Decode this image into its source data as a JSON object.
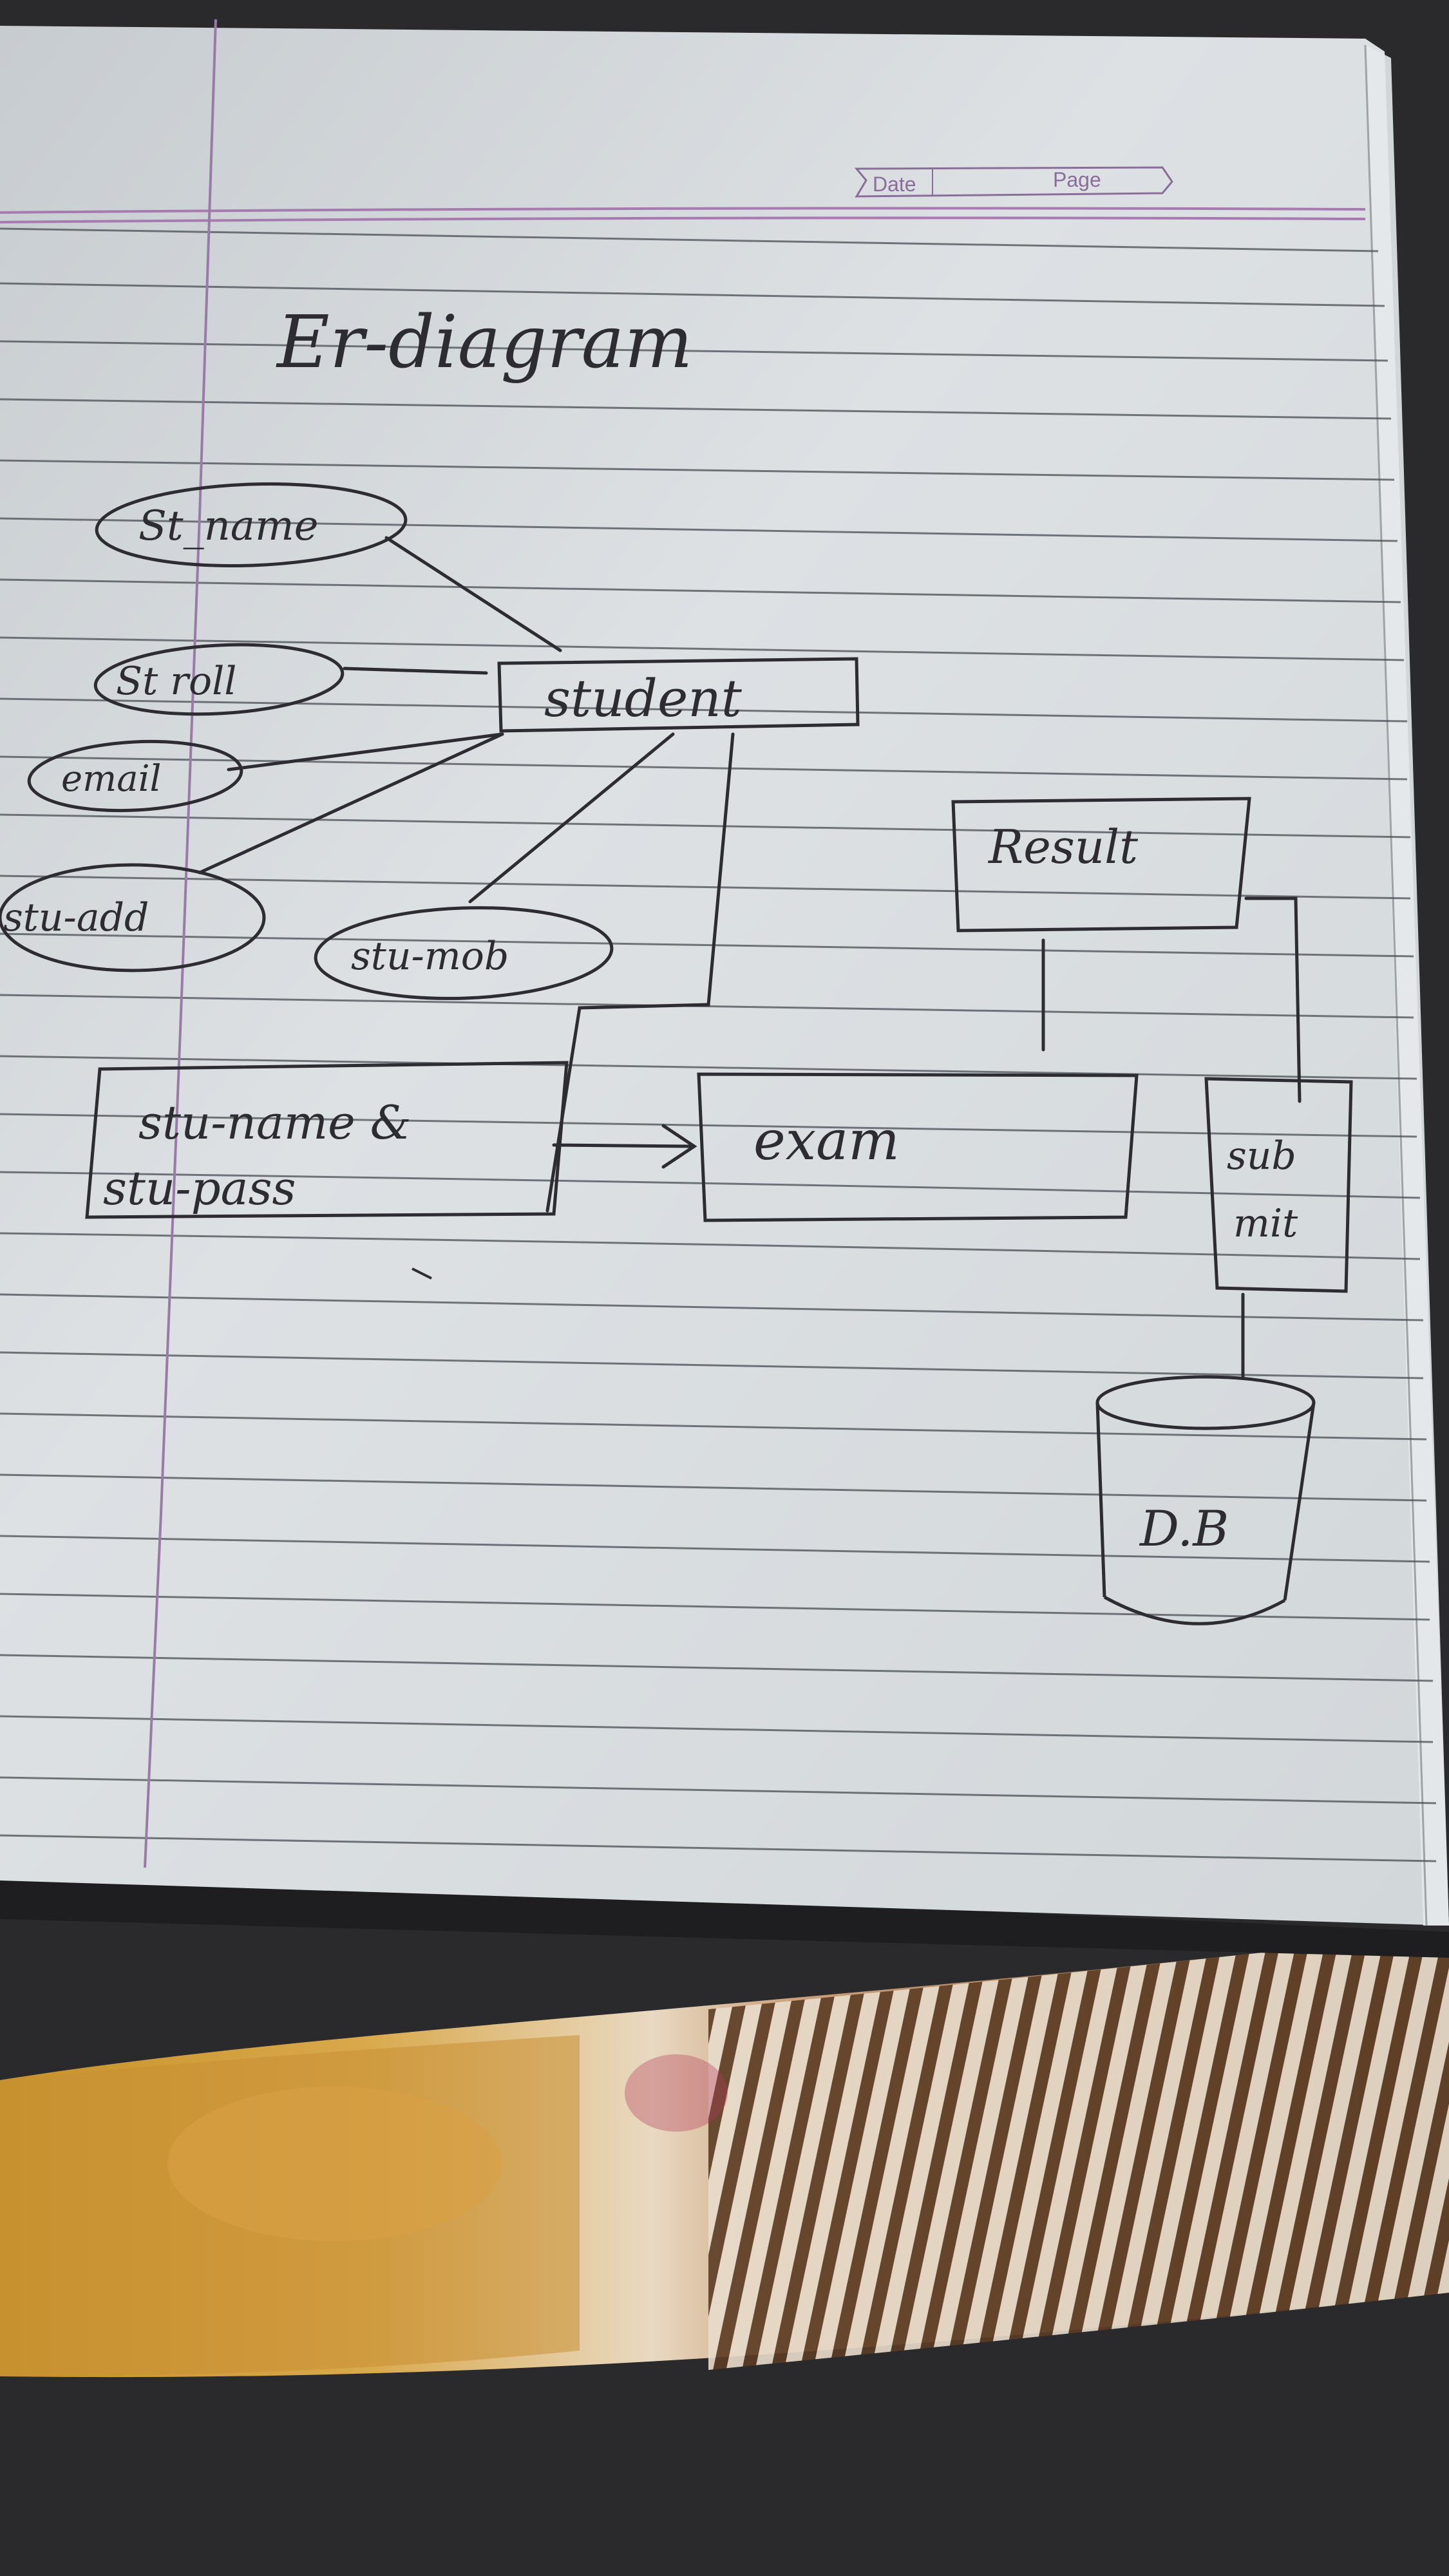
{
  "header": {
    "date_label": "Date",
    "page_label": "Page"
  },
  "diagram": {
    "title": "Er-diagram",
    "attributes": {
      "st_name": "St_name",
      "st_roll": "St roll",
      "email": "email",
      "stu_add": "stu-add",
      "stu_mob": "stu-mob"
    },
    "entities": {
      "student": "student",
      "login_line1": "stu-name &",
      "login_line2": "stu-pass",
      "exam": "exam",
      "result": "Result",
      "submit_line1": "sub",
      "submit_line2": "mit",
      "db": "D.B"
    }
  },
  "colors": {
    "paper": "#d9dde0",
    "ink": "#2c2c32",
    "ruled_line": "#4a4f55",
    "margin_line": "#9a7aa8",
    "header_line": "#a77bb0",
    "table_dark": "#2a2a2c",
    "fabric_gold": "#c7922a",
    "fabric_brown": "#6b4a2e"
  },
  "icons": {
    "database": "cylinder-icon"
  }
}
